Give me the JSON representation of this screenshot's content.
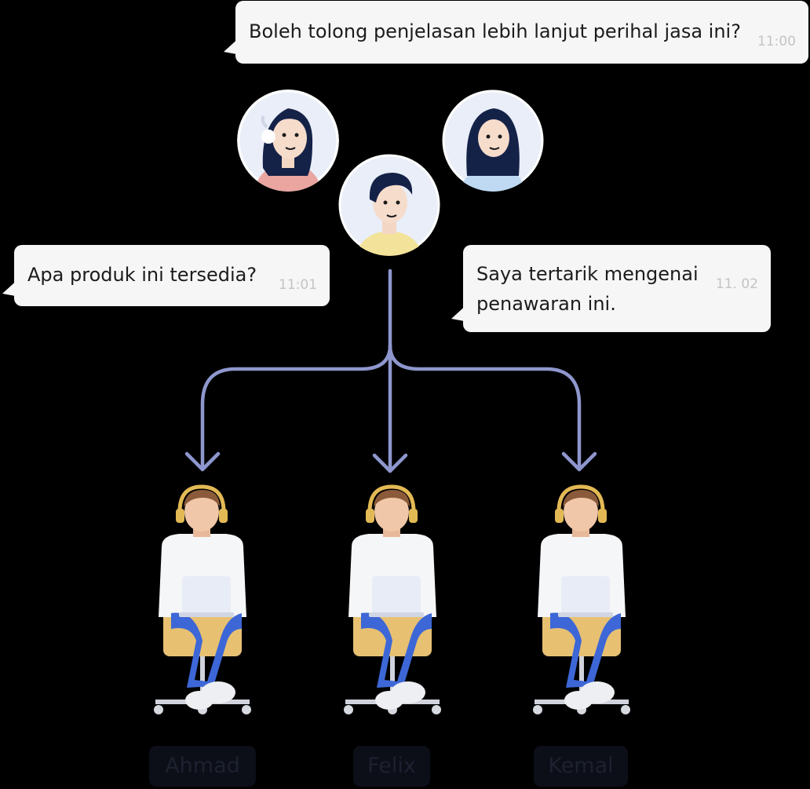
{
  "chat": {
    "top": {
      "text": "Boleh tolong penjelasan lebih lanjut perihal jasa ini?",
      "time": "11:00"
    },
    "left": {
      "text": "Apa produk ini tersedia?",
      "time": "11:01"
    },
    "right": {
      "text_line1": "Saya tertarik mengenai",
      "text_line2": "penawaran ini.",
      "time": "11. 02"
    }
  },
  "agents": [
    {
      "name": "Ahmad"
    },
    {
      "name": "Felix"
    },
    {
      "name": "Kemal"
    }
  ],
  "colors": {
    "connector": "#8e97cd",
    "bubble": "#f6f6f6",
    "avatar_bg": "#e9eef8"
  },
  "icons": {
    "customer_1": "woman-headset-avatar",
    "customer_2": "man-avatar",
    "customer_3": "hijab-woman-avatar",
    "agent": "agent-with-laptop-figure",
    "arrow": "down-arrow-icon"
  }
}
